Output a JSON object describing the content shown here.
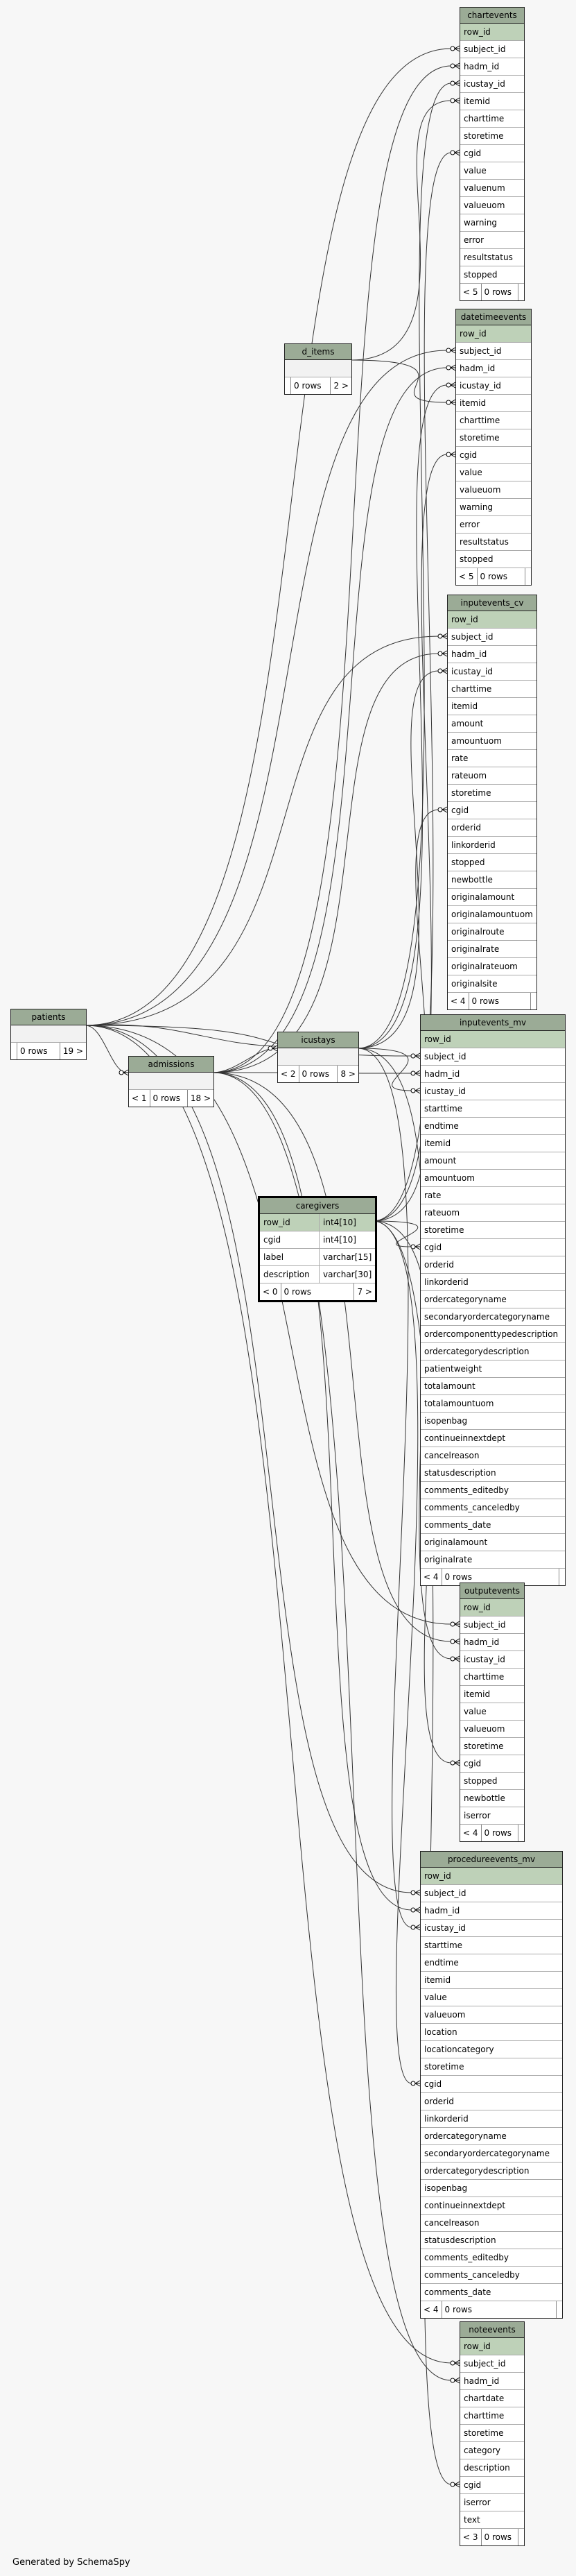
{
  "footer": "Generated by SchemaSpy",
  "tables": {
    "chartevents": {
      "name": "chartevents",
      "columns": [
        "row_id",
        "subject_id",
        "hadm_id",
        "icustay_id",
        "itemid",
        "charttime",
        "storetime",
        "cgid",
        "value",
        "valuenum",
        "valueuom",
        "warning",
        "error",
        "resultstatus",
        "stopped"
      ],
      "footer": [
        "< 5",
        "0 rows",
        ""
      ]
    },
    "datetimeevents": {
      "name": "datetimeevents",
      "columns": [
        "row_id",
        "subject_id",
        "hadm_id",
        "icustay_id",
        "itemid",
        "charttime",
        "storetime",
        "cgid",
        "value",
        "valueuom",
        "warning",
        "error",
        "resultstatus",
        "stopped"
      ],
      "footer": [
        "< 5",
        "0 rows",
        ""
      ]
    },
    "d_items": {
      "name": "d_items",
      "columns": [
        ""
      ],
      "footer": [
        "",
        "0 rows",
        "2 >"
      ]
    },
    "inputevents_cv": {
      "name": "inputevents_cv",
      "columns": [
        "row_id",
        "subject_id",
        "hadm_id",
        "icustay_id",
        "charttime",
        "itemid",
        "amount",
        "amountuom",
        "rate",
        "rateuom",
        "storetime",
        "cgid",
        "orderid",
        "linkorderid",
        "stopped",
        "newbottle",
        "originalamount",
        "originalamountuom",
        "originalroute",
        "originalrate",
        "originalrateuom",
        "originalsite"
      ],
      "footer": [
        "< 4",
        "0 rows",
        ""
      ]
    },
    "patients": {
      "name": "patients",
      "columns": [
        ""
      ],
      "footer": [
        "",
        "0 rows",
        "19 >"
      ]
    },
    "admissions": {
      "name": "admissions",
      "columns": [
        ""
      ],
      "footer": [
        "< 1",
        "0 rows",
        "18 >"
      ]
    },
    "icustays": {
      "name": "icustays",
      "columns": [
        ""
      ],
      "footer": [
        "< 2",
        "0 rows",
        "8 >"
      ]
    },
    "inputevents_mv": {
      "name": "inputevents_mv",
      "columns": [
        "row_id",
        "subject_id",
        "hadm_id",
        "icustay_id",
        "starttime",
        "endtime",
        "itemid",
        "amount",
        "amountuom",
        "rate",
        "rateuom",
        "storetime",
        "cgid",
        "orderid",
        "linkorderid",
        "ordercategoryname",
        "secondaryordercategoryname",
        "ordercomponenttypedescription",
        "ordercategorydescription",
        "patientweight",
        "totalamount",
        "totalamountuom",
        "isopenbag",
        "continueinnextdept",
        "cancelreason",
        "statusdescription",
        "comments_editedby",
        "comments_canceledby",
        "comments_date",
        "originalamount",
        "originalrate"
      ],
      "footer": [
        "< 4",
        "0 rows",
        ""
      ]
    },
    "caregivers": {
      "name": "caregivers",
      "columns": [
        [
          "row_id",
          "int4[10]"
        ],
        [
          "cgid",
          "int4[10]"
        ],
        [
          "label",
          "varchar[15]"
        ],
        [
          "description",
          "varchar[30]"
        ]
      ],
      "footer": [
        "< 0",
        "0 rows",
        "7 >"
      ]
    },
    "outputevents": {
      "name": "outputevents",
      "columns": [
        "row_id",
        "subject_id",
        "hadm_id",
        "icustay_id",
        "charttime",
        "itemid",
        "value",
        "valueuom",
        "storetime",
        "cgid",
        "stopped",
        "newbottle",
        "iserror"
      ],
      "footer": [
        "< 4",
        "0 rows",
        ""
      ]
    },
    "procedureevents_mv": {
      "name": "procedureevents_mv",
      "columns": [
        "row_id",
        "subject_id",
        "hadm_id",
        "icustay_id",
        "starttime",
        "endtime",
        "itemid",
        "value",
        "valueuom",
        "location",
        "locationcategory",
        "storetime",
        "cgid",
        "orderid",
        "linkorderid",
        "ordercategoryname",
        "secondaryordercategoryname",
        "ordercategorydescription",
        "isopenbag",
        "continueinnextdept",
        "cancelreason",
        "statusdescription",
        "comments_editedby",
        "comments_canceledby",
        "comments_date"
      ],
      "footer": [
        "< 4",
        "0 rows",
        ""
      ]
    },
    "noteevents": {
      "name": "noteevents",
      "columns": [
        "row_id",
        "subject_id",
        "hadm_id",
        "chartdate",
        "charttime",
        "storetime",
        "category",
        "description",
        "cgid",
        "iserror",
        "text"
      ],
      "footer": [
        "< 3",
        "0 rows",
        ""
      ]
    }
  }
}
